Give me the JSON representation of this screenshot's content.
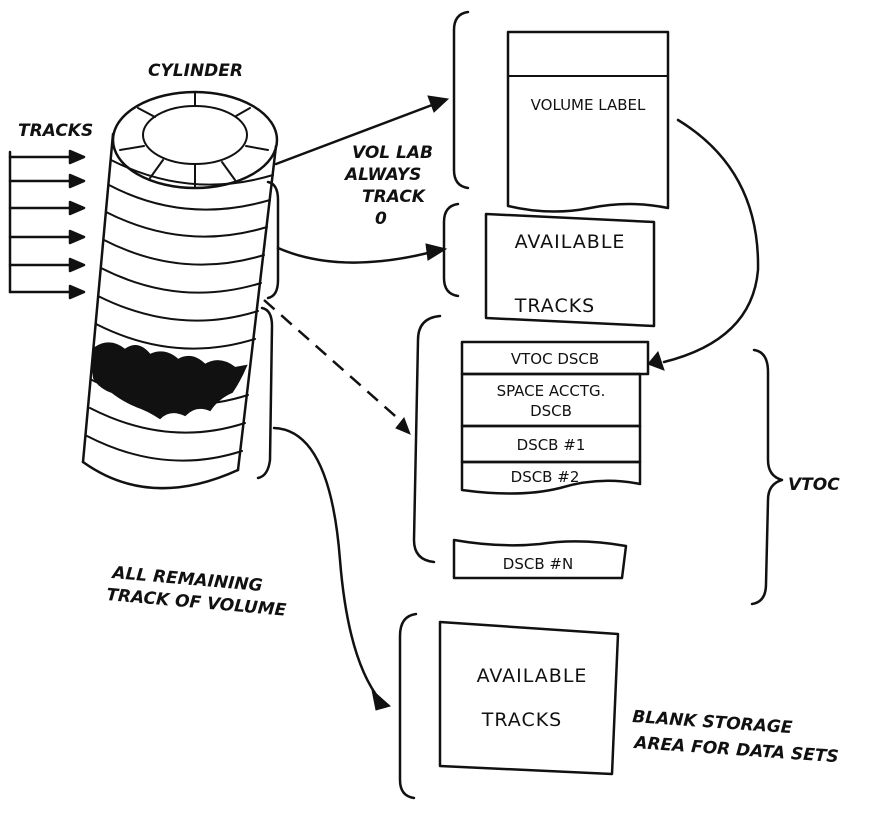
{
  "labels": {
    "cylinder": "CYLINDER",
    "tracks": "TRACKS",
    "vollab_line1": "VOL LAB",
    "vollab_line2": "ALWAYS",
    "vollab_line3": "TRACK",
    "vollab_line4": "0",
    "remaining_line1": "ALL REMAINING",
    "remaining_line2": "TRACK OF VOLUME",
    "vtoc": "VTOC",
    "blank_line1": "BLANK STORAGE",
    "blank_line2": "AREA FOR DATA SETS"
  },
  "boxes": {
    "volume_label": "VOLUME LABEL",
    "available1_top": "AVAILABLE",
    "available1_bottom": "TRACKS",
    "vtoc_dscb": "VTOC DSCB",
    "space_acctg_line1": "SPACE ACCTG.",
    "space_acctg_line2": "DSCB",
    "dscb1": "DSCB #1",
    "dscb2": "DSCB #2",
    "dscbn": "DSCB #N",
    "available2_top": "AVAILABLE",
    "available2_bottom": "TRACKS"
  }
}
